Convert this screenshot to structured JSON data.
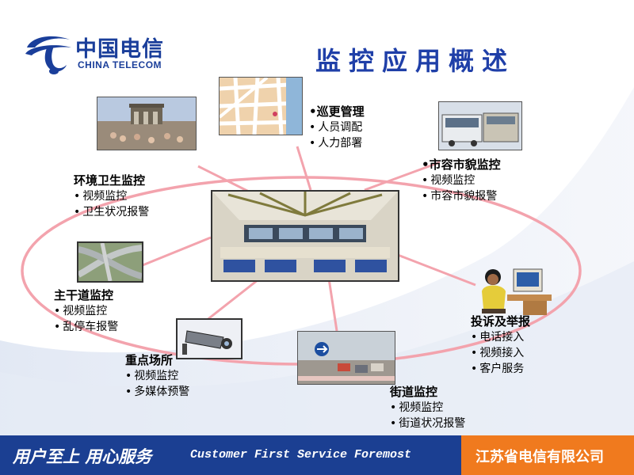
{
  "logo": {
    "chinese": "中国电信",
    "english": "CHINA TELECOM"
  },
  "title": "监控应用概述",
  "colors": {
    "brand_blue": "#1b3f92",
    "title_blue": "#1f3fa8",
    "footer_orange": "#f07a1e",
    "connector_pink": "#f3a3ad"
  },
  "nodes": {
    "patrol": {
      "heading": "•巡更管理",
      "items": [
        "人员调配",
        "人力部署"
      ]
    },
    "city": {
      "heading": "•市容市貌监控",
      "items": [
        "视频监控",
        "市容市貌报警"
      ]
    },
    "environment": {
      "heading": "环境卫生监控",
      "items": [
        "视频监控",
        "卫生状况报警"
      ]
    },
    "trunk_road": {
      "heading": "主干道监控",
      "items": [
        "视频监控",
        "乱停车报警"
      ]
    },
    "key_sites": {
      "heading": "重点场所",
      "items": [
        "视频监控",
        "多媒体预警"
      ]
    },
    "street": {
      "heading": "街道监控",
      "items": [
        "视频监控",
        "街道状况报警"
      ]
    },
    "complaint": {
      "heading": "投诉及举报",
      "items": [
        "电话接入",
        "视频接入",
        "客户服务"
      ]
    }
  },
  "images": {
    "center": "control-room-image",
    "environment": "plaza-crowd-image",
    "patrol": "street-map-image",
    "city": "bus-station-image",
    "trunk_road": "highway-interchange-image",
    "key_sites": "cctv-camera-image",
    "street": "street-traffic-image",
    "complaint": "call-center-operator-image"
  },
  "footer": {
    "slogan_cn": "用户至上 用心服务",
    "slogan_en": "Customer First Service Foremost",
    "company": "江苏省电信有限公司"
  }
}
